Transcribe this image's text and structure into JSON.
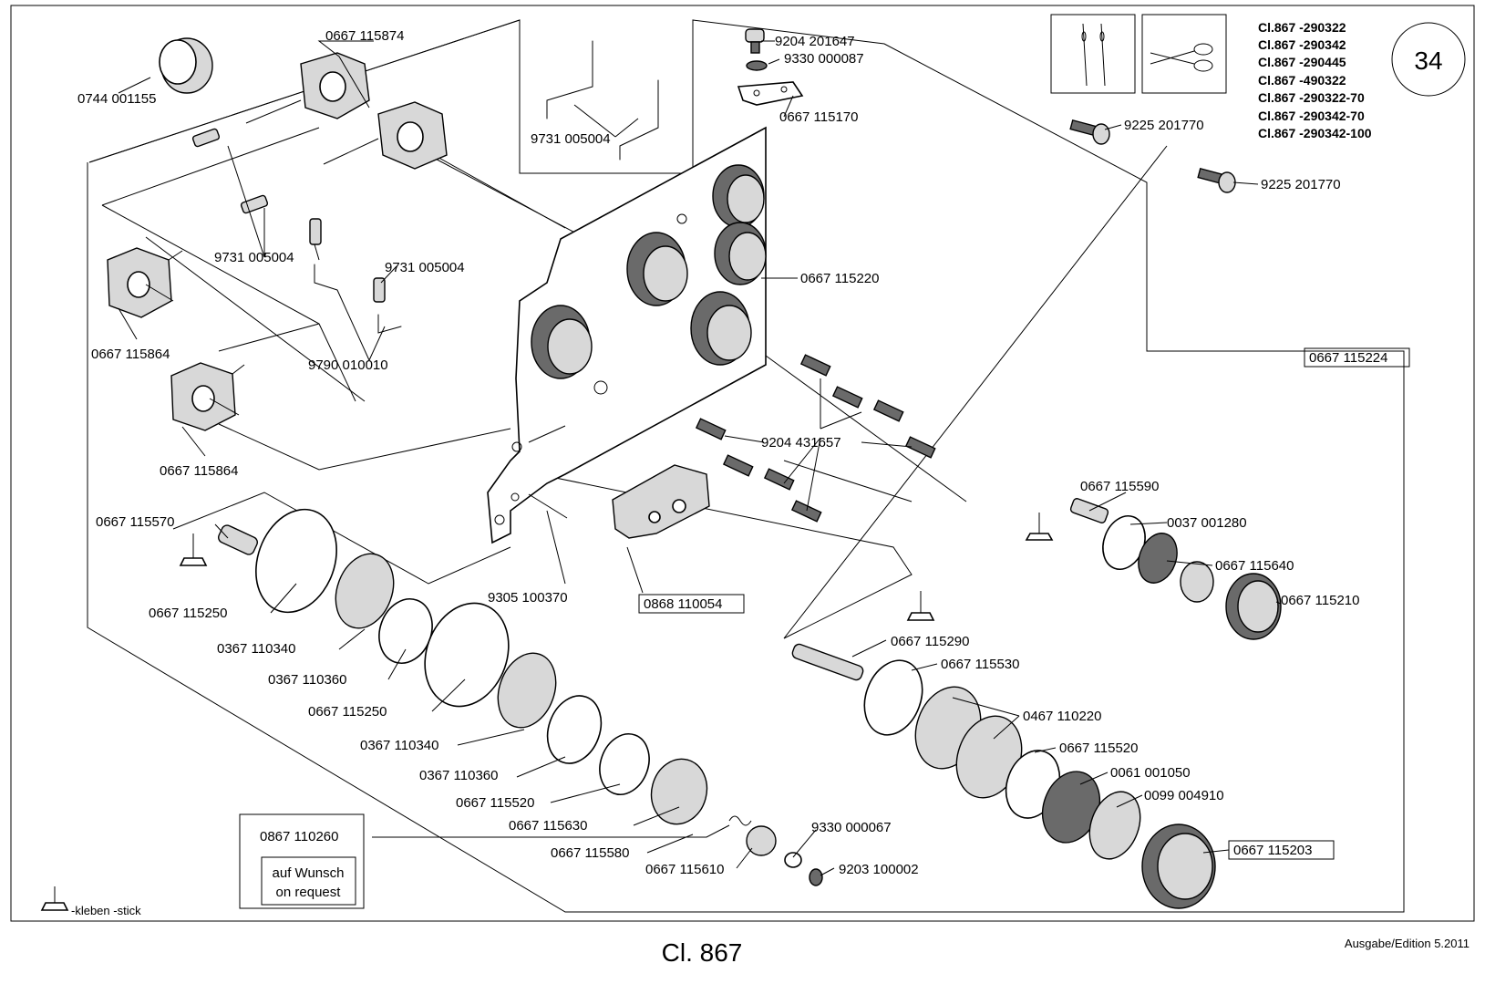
{
  "sheet": {
    "page_number": "34",
    "footer_title": "Cl. 867",
    "edition": "Ausgabe/Edition  5.2011",
    "legend_text": "-kleben -stick",
    "option_note_line1": "auf Wunsch",
    "option_note_line2": "on request"
  },
  "models": [
    "Cl.867 -290322",
    "Cl.867 -290342",
    "Cl.867 -290445",
    "Cl.867 -490322",
    "Cl.867 -290322-70",
    "Cl.867 -290342-70",
    "Cl.867 -290342-100"
  ],
  "icons": [
    "needles-icon",
    "scissors-icon",
    "glue-icon"
  ],
  "labels": {
    "p0744_001155": "0744 001155",
    "p0667_115874": "0667 115874",
    "p9731_005004_a": "9731 005004",
    "p9731_005004_b": "9731 005004",
    "p9731_005004_c": "9731 005004",
    "p9790_010010": "9790 010010",
    "p0667_115864_a": "0667 115864",
    "p0667_115864_b": "0667 115864",
    "p9204_201647": "9204 201647",
    "p9330_000087": "9330 000087",
    "p0667_115170": "0667 115170",
    "p9225_201770_a": "9225 201770",
    "p9225_201770_b": "9225 201770",
    "p0667_115220": "0667 115220",
    "p0667_115224": "0667 115224",
    "p9204_431657": "9204 431657",
    "p0667_115590": "0667 115590",
    "p0037_001280": "0037 001280",
    "p0667_115640": "0667 115640",
    "p0667_115210": "0667 115210",
    "p0667_115570": "0667 115570",
    "p9305_100370": "9305 100370",
    "p0868_110054": "0868 110054",
    "p0667_115250_a": "0667 115250",
    "p0367_110340_a": "0367 110340",
    "p0367_110360_a": "0367 110360",
    "p0667_115250_b": "0667 115250",
    "p0367_110340_b": "0367 110340",
    "p0367_110360_b": "0367 110360",
    "p0667_115520_a": "0667 115520",
    "p0667_115630": "0667 115630",
    "p0667_115580": "0667 115580",
    "p0667_115610": "0667 115610",
    "p9330_000067": "9330 000067",
    "p9203_100002": "9203 100002",
    "p0867_110260": "0867 110260",
    "p0667_115290": "0667 115290",
    "p0667_115530": "0667 115530",
    "p0467_110220": "0467 110220",
    "p0667_115520_b": "0667 115520",
    "p0061_001050": "0061 001050",
    "p0099_004910": "0099 004910",
    "p0667_115203": "0667 115203"
  }
}
